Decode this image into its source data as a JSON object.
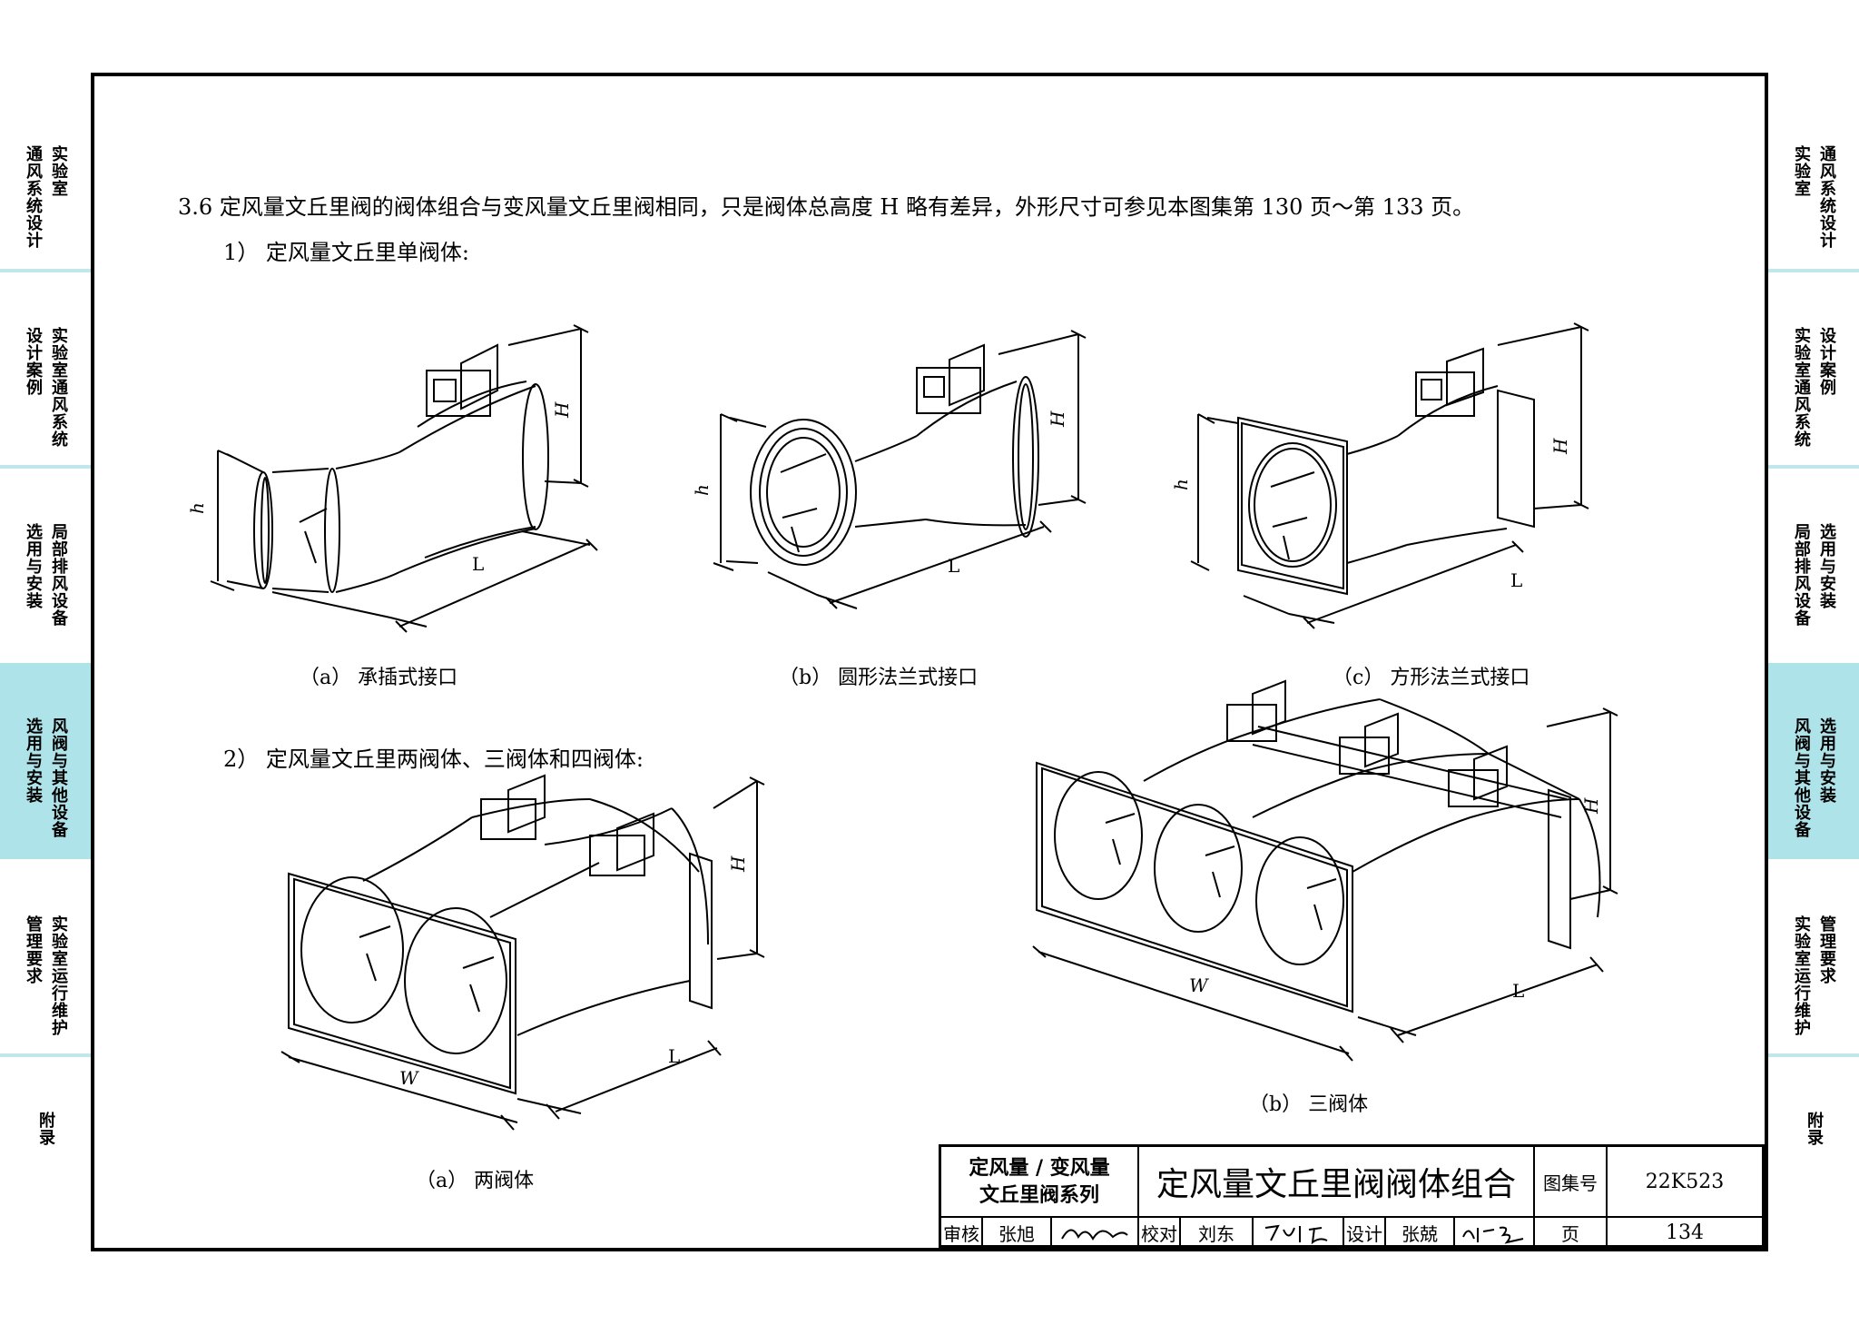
{
  "side_tabs": [
    {
      "cols": [
        "实验室",
        "通风系统设计"
      ],
      "active": false
    },
    {
      "cols": [
        "实验室通风系统",
        "设计案例"
      ],
      "active": false
    },
    {
      "cols": [
        "局部排风设备",
        "选用与安装"
      ],
      "active": false
    },
    {
      "cols": [
        "风阀与其他设备",
        "选用与安装"
      ],
      "active": true
    },
    {
      "cols": [
        "实验室运行维护",
        "管理要求"
      ],
      "active": false
    },
    {
      "cols": [
        "附录"
      ],
      "active": false
    }
  ],
  "colors": {
    "tab_active": "#aee3e9",
    "tab_separator": "#bfe7ec",
    "line": "#000000"
  },
  "note_36": "3.6 定风量文丘里阀的阀体组合与变风量文丘里阀相同，只是阀体总高度 H 略有差异，外形尺寸可参见本图集第 130 页～第 133 页。",
  "sub1": "1） 定风量文丘里单阀体:",
  "sub2": "2） 定风量文丘里两阀体、三阀体和四阀体:",
  "captions": {
    "a1": "（a） 承插式接口",
    "b1": "（b） 圆形法兰式接口",
    "c1": "（c） 方形法兰式接口",
    "a2": "（a） 两阀体",
    "b2": "（b） 三阀体"
  },
  "dims": {
    "h": "h",
    "H": "H",
    "L": "L",
    "W": "W"
  },
  "title_block": {
    "series": "定风量 / 变风量\n文丘里阀系列",
    "title": "定风量文丘里阀阀体组合",
    "atlas_label": "图集号",
    "atlas_no": "22K523",
    "review_label": "审核",
    "review_name": "张旭",
    "check_label": "校对",
    "check_name": "刘东",
    "design_label": "设计",
    "design_name": "张兢",
    "page_label": "页",
    "page_no": "134"
  }
}
